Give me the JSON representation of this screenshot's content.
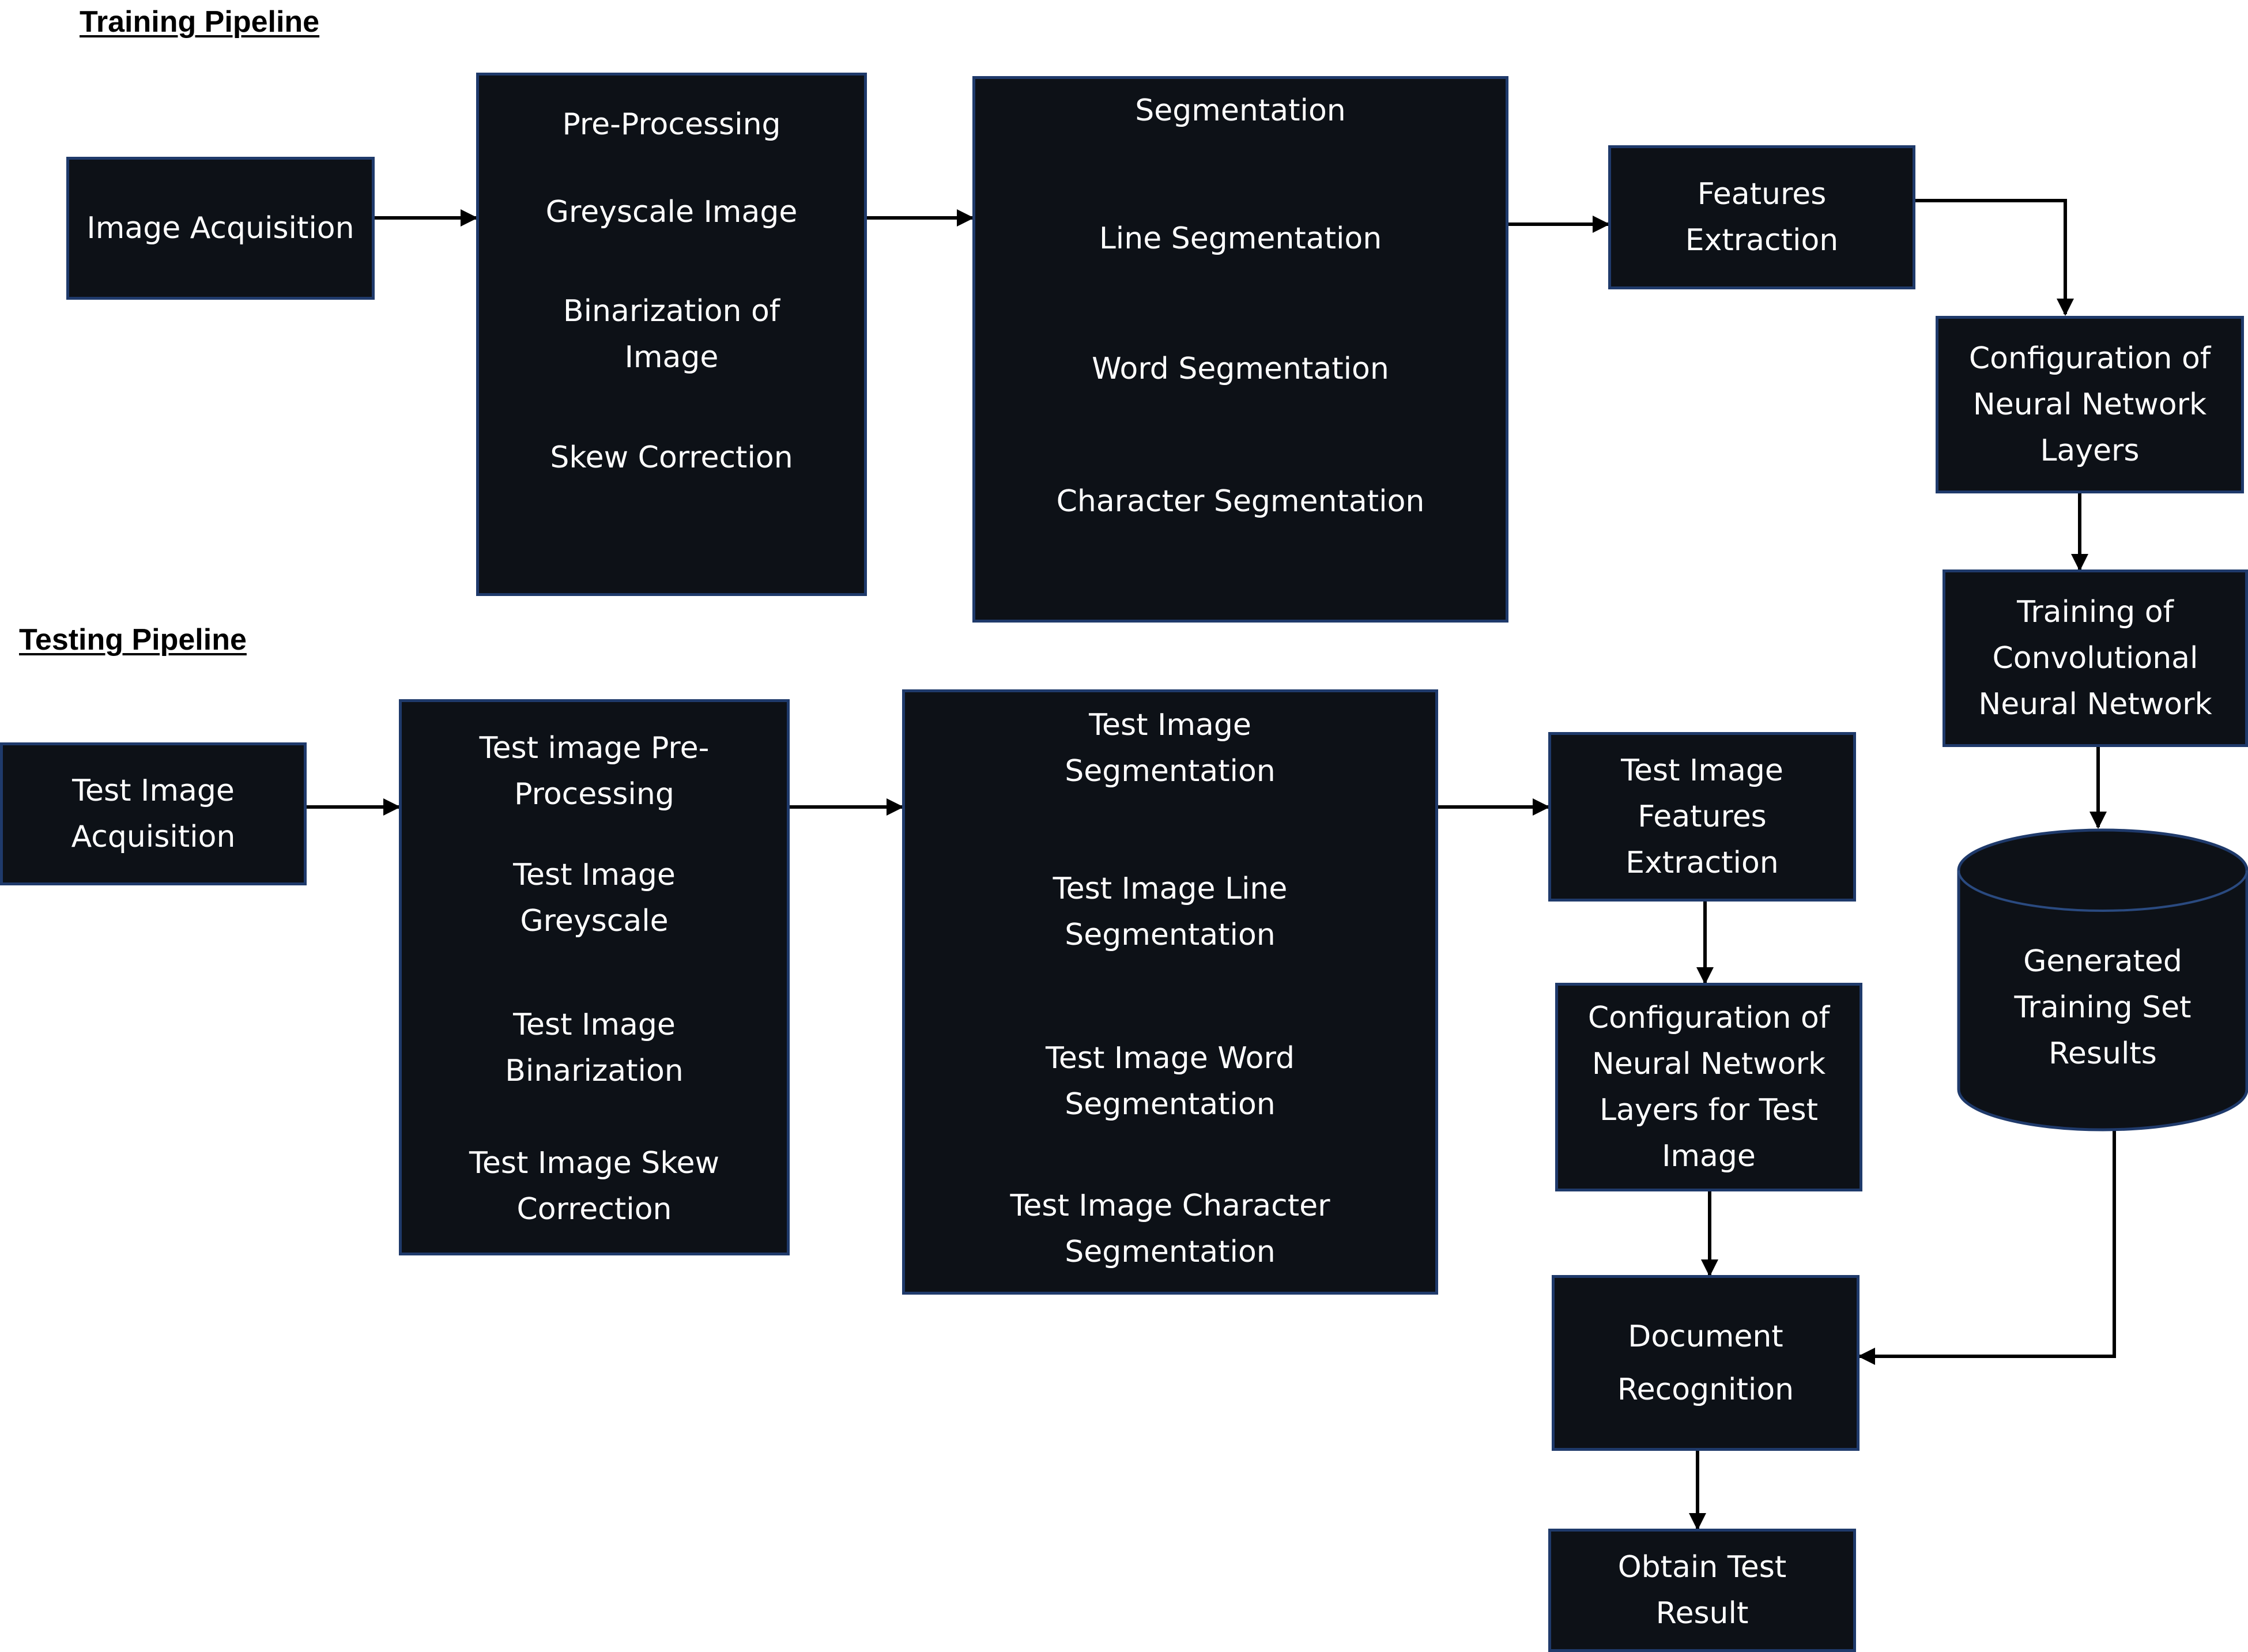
{
  "titles": {
    "training": "Training Pipeline",
    "testing": "Testing Pipeline"
  },
  "training": {
    "image_acquisition": "Image Acquisition",
    "preprocessing": {
      "header": "Pre-Processing",
      "steps": [
        "Greyscale Image",
        "Binarization of\nImage",
        "Skew Correction"
      ]
    },
    "segmentation": {
      "header": "Segmentation",
      "steps": [
        "Line Segmentation",
        "Word Segmentation",
        "Character Segmentation"
      ]
    },
    "features_extraction": "Features\nExtraction",
    "config_nn": "Configuration of\nNeural Network\nLayers",
    "training_cnn": "Training of\nConvolutional\nNeural Network",
    "training_set": "Generated\nTraining Set\nResults"
  },
  "testing": {
    "test_acquisition": "Test Image\nAcquisition",
    "preprocessing": {
      "header": "Test image Pre-\nProcessing",
      "steps": [
        "Test Image\nGreyscale",
        "Test Image\nBinarization",
        "Test Image Skew\nCorrection"
      ]
    },
    "segmentation": {
      "header": "Test Image\nSegmentation",
      "steps": [
        "Test Image Line\nSegmentation",
        "Test Image Word\nSegmentation",
        "Test Image Character\nSegmentation"
      ]
    },
    "features_extraction": "Test Image\nFeatures\nExtraction",
    "config_nn": "Configuration of\nNeural Network\nLayers for Test\nImage",
    "document_recognition": "Document\nRecognition",
    "obtain_result": "Obtain Test\nResult"
  },
  "colors": {
    "box_fill": "#0d1117",
    "box_border": "#1f3a6b",
    "text": "#ffffff",
    "arrow": "#000000"
  }
}
